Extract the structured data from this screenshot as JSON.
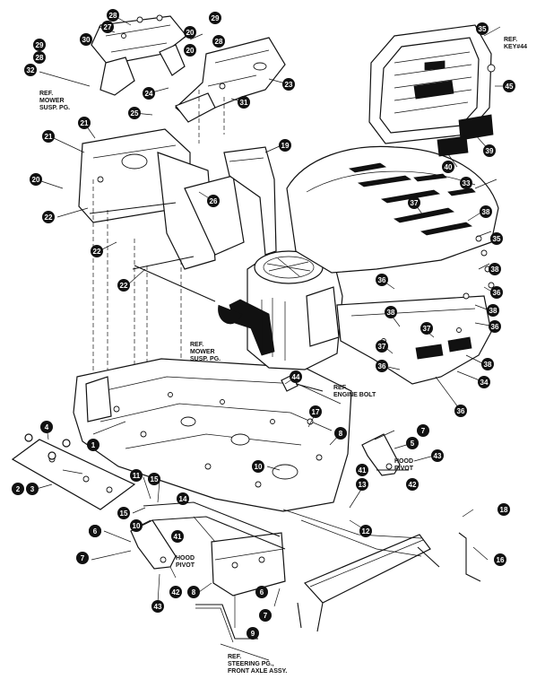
{
  "reference_notes": {
    "mower_susp_top": [
      "REF.",
      "MOWER",
      "SUSP. PG."
    ],
    "mower_susp_mid": [
      "REF.",
      "MOWER",
      "SUSP. PG."
    ],
    "ref_key44": [
      "REF.",
      "KEY#44"
    ],
    "engine_bolt": [
      "REF.",
      "ENGINE BOLT"
    ],
    "hood_pivot_right": [
      "HOOD",
      "PIVOT"
    ],
    "hood_pivot_left": [
      "HOOD",
      "PIVOT"
    ],
    "steering": [
      "REF.",
      "STEERING PG.,",
      "FRONT AXLE ASSY."
    ]
  },
  "part_callouts": [
    {
      "id": "c1",
      "label": "1"
    },
    {
      "id": "c2",
      "label": "2"
    },
    {
      "id": "c3",
      "label": "3"
    },
    {
      "id": "c4",
      "label": "4"
    },
    {
      "id": "c5a",
      "label": "5"
    },
    {
      "id": "c5b",
      "label": "5"
    },
    {
      "id": "c6a",
      "label": "6"
    },
    {
      "id": "c6b",
      "label": "6"
    },
    {
      "id": "c7a",
      "label": "7"
    },
    {
      "id": "c7b",
      "label": "7"
    },
    {
      "id": "c7c",
      "label": "7"
    },
    {
      "id": "c8a",
      "label": "8"
    },
    {
      "id": "c8b",
      "label": "8"
    },
    {
      "id": "c9",
      "label": "9"
    },
    {
      "id": "c10a",
      "label": "10"
    },
    {
      "id": "c10b",
      "label": "10"
    },
    {
      "id": "c11",
      "label": "11"
    },
    {
      "id": "c12",
      "label": "12"
    },
    {
      "id": "c13",
      "label": "13"
    },
    {
      "id": "c14",
      "label": "14"
    },
    {
      "id": "c15a",
      "label": "15"
    },
    {
      "id": "c15b",
      "label": "15"
    },
    {
      "id": "c16",
      "label": "16"
    },
    {
      "id": "c17",
      "label": "17"
    },
    {
      "id": "c18",
      "label": "18"
    },
    {
      "id": "c19",
      "label": "19"
    },
    {
      "id": "c20a",
      "label": "20"
    },
    {
      "id": "c20b",
      "label": "20"
    },
    {
      "id": "c20c",
      "label": "20"
    },
    {
      "id": "c21a",
      "label": "21"
    },
    {
      "id": "c21b",
      "label": "21"
    },
    {
      "id": "c22a",
      "label": "22"
    },
    {
      "id": "c22b",
      "label": "22"
    },
    {
      "id": "c22c",
      "label": "22"
    },
    {
      "id": "c23",
      "label": "23"
    },
    {
      "id": "c24",
      "label": "24"
    },
    {
      "id": "c25",
      "label": "25"
    },
    {
      "id": "c26",
      "label": "26"
    },
    {
      "id": "c27",
      "label": "27"
    },
    {
      "id": "c28a",
      "label": "28"
    },
    {
      "id": "c28b",
      "label": "28"
    },
    {
      "id": "c28c",
      "label": "28"
    },
    {
      "id": "c29a",
      "label": "29"
    },
    {
      "id": "c29b",
      "label": "29"
    },
    {
      "id": "c30",
      "label": "30"
    },
    {
      "id": "c31",
      "label": "31"
    },
    {
      "id": "c32",
      "label": "32"
    },
    {
      "id": "c33",
      "label": "33"
    },
    {
      "id": "c34",
      "label": "34"
    },
    {
      "id": "c35a",
      "label": "35"
    },
    {
      "id": "c35b",
      "label": "35"
    },
    {
      "id": "c36a",
      "label": "36"
    },
    {
      "id": "c36b",
      "label": "36"
    },
    {
      "id": "c36c",
      "label": "36"
    },
    {
      "id": "c36d",
      "label": "36"
    },
    {
      "id": "c36e",
      "label": "36"
    },
    {
      "id": "c37a",
      "label": "37"
    },
    {
      "id": "c37b",
      "label": "37"
    },
    {
      "id": "c37c",
      "label": "37"
    },
    {
      "id": "c38a",
      "label": "38"
    },
    {
      "id": "c38b",
      "label": "38"
    },
    {
      "id": "c38c",
      "label": "38"
    },
    {
      "id": "c38d",
      "label": "38"
    },
    {
      "id": "c38e",
      "label": "38"
    },
    {
      "id": "c39",
      "label": "39"
    },
    {
      "id": "c40",
      "label": "40"
    },
    {
      "id": "c41a",
      "label": "41"
    },
    {
      "id": "c41b",
      "label": "41"
    },
    {
      "id": "c42a",
      "label": "42"
    },
    {
      "id": "c42b",
      "label": "42"
    },
    {
      "id": "c43a",
      "label": "43"
    },
    {
      "id": "c43b",
      "label": "43"
    },
    {
      "id": "c44",
      "label": "44"
    },
    {
      "id": "c45",
      "label": "45"
    }
  ]
}
